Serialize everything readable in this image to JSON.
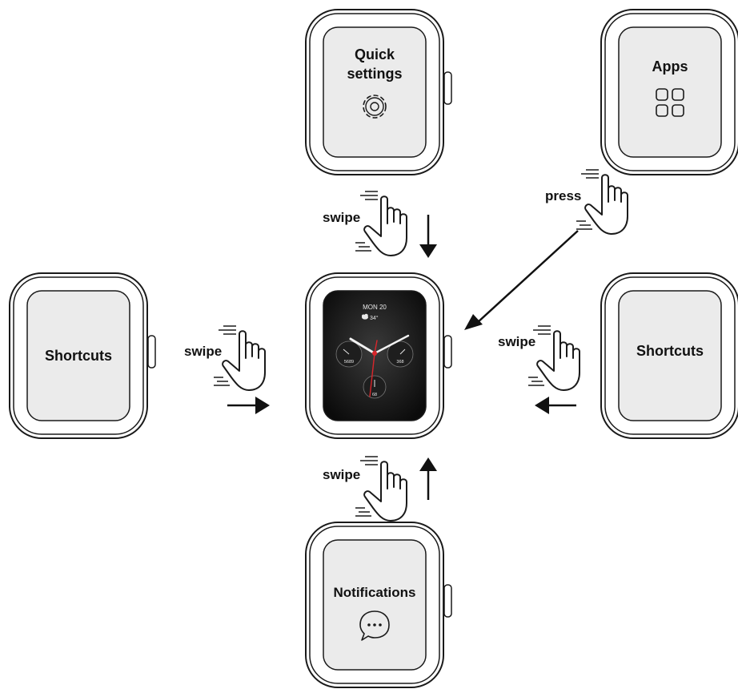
{
  "screens": {
    "quick_settings": {
      "line1": "Quick",
      "line2": "settings",
      "icon": "gear-icon"
    },
    "apps": {
      "label": "Apps",
      "icon": "grid-icon"
    },
    "shortcuts_left": {
      "label": "Shortcuts"
    },
    "shortcuts_right": {
      "label": "Shortcuts"
    },
    "notifications": {
      "label": "Notifications",
      "icon": "chat-bubble-icon"
    }
  },
  "watch_face": {
    "date": "MON 20",
    "weather": "34°",
    "left_dial": "5689",
    "right_dial": "368",
    "bottom_dial": "68"
  },
  "gestures": {
    "swipe_top": "swipe",
    "swipe_left": "swipe",
    "swipe_right": "swipe",
    "swipe_bottom": "swipe",
    "press": "press"
  },
  "colors": {
    "stroke": "#1a1a1a",
    "screen_fill": "#ebebeb",
    "face_fill": "#141414",
    "second_hand": "#d9262b"
  }
}
